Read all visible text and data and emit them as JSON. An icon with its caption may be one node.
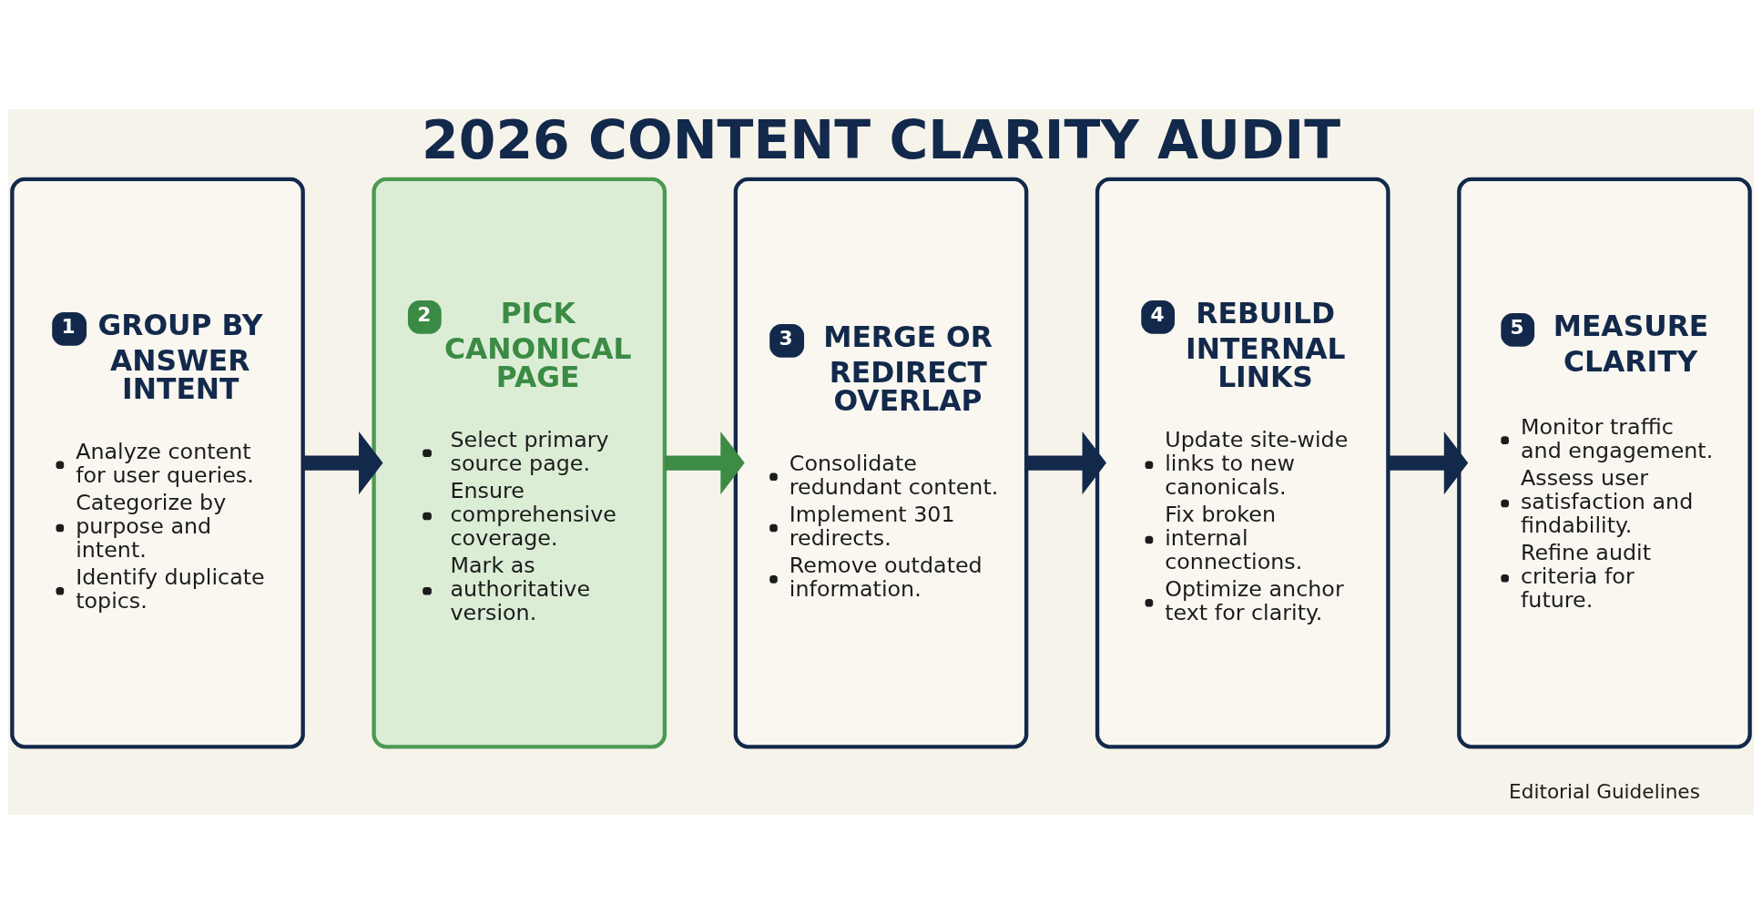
{
  "diagram": {
    "title": "2026 CONTENT CLARITY AUDIT",
    "nodes": [
      {
        "text": [
          "1",
          "GROUP BY ANSWER INTENT",
          "Analyze content for user queries.",
          "Categorize by purpose and intent.",
          "Identify duplicate topics."
        ]
      },
      {
        "text": [
          "2",
          "PICK CANONICAL PAGE",
          "Select primary source page.",
          "Ensure comprehensive coverage.",
          "Mark as authoritative version."
        ]
      },
      {
        "text": [
          "3",
          "MERGE OR REDIRECT OVERLAP",
          "Consolidate redundant content.",
          "Implement 301 redirects.",
          "Remove outdated information."
        ]
      },
      {
        "text": [
          "4",
          "REBUILD INTERNAL LINKS",
          "Update site-wide links to new canonicals.",
          "Fix broken internal connections.",
          "Optimize anchor text for clarity."
        ]
      },
      {
        "text": [
          "5",
          "MEASURE CLARITY",
          "Monitor traffic and engagement.",
          "Assess user satisfaction and findability.",
          "Refine audit criteria for future."
        ]
      }
    ],
    "edges": [
      {
        "from": 0,
        "to": 1,
        "arrow": "to"
      },
      {
        "from": 1,
        "to": 2,
        "arrow": "to",
        "color": "#3d8b45"
      },
      {
        "from": 2,
        "to": 3,
        "arrow": "to"
      },
      {
        "from": 3,
        "to": 4,
        "arrow": "to"
      }
    ],
    "labels": [
      "Editorial Guidelines"
    ]
  }
}
